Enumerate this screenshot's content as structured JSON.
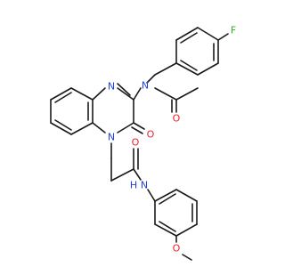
{
  "colors": {
    "bond": "#1a1a1a",
    "carbon": "#1a1a1a",
    "nitrogen": "#1f3fe0",
    "oxygen": "#e8222a",
    "fluorine": "#3aa636",
    "background": "#ffffff"
  },
  "atom_labels": {
    "fluorine": "F",
    "n_amide": "N",
    "n_ring_top": "N",
    "n_ring_bottom": "N",
    "o_acetyl": "O",
    "o_ring": "O",
    "o_amide": "O",
    "nh_amide": "N",
    "nh_h": "H",
    "o_methoxy": "O"
  }
}
